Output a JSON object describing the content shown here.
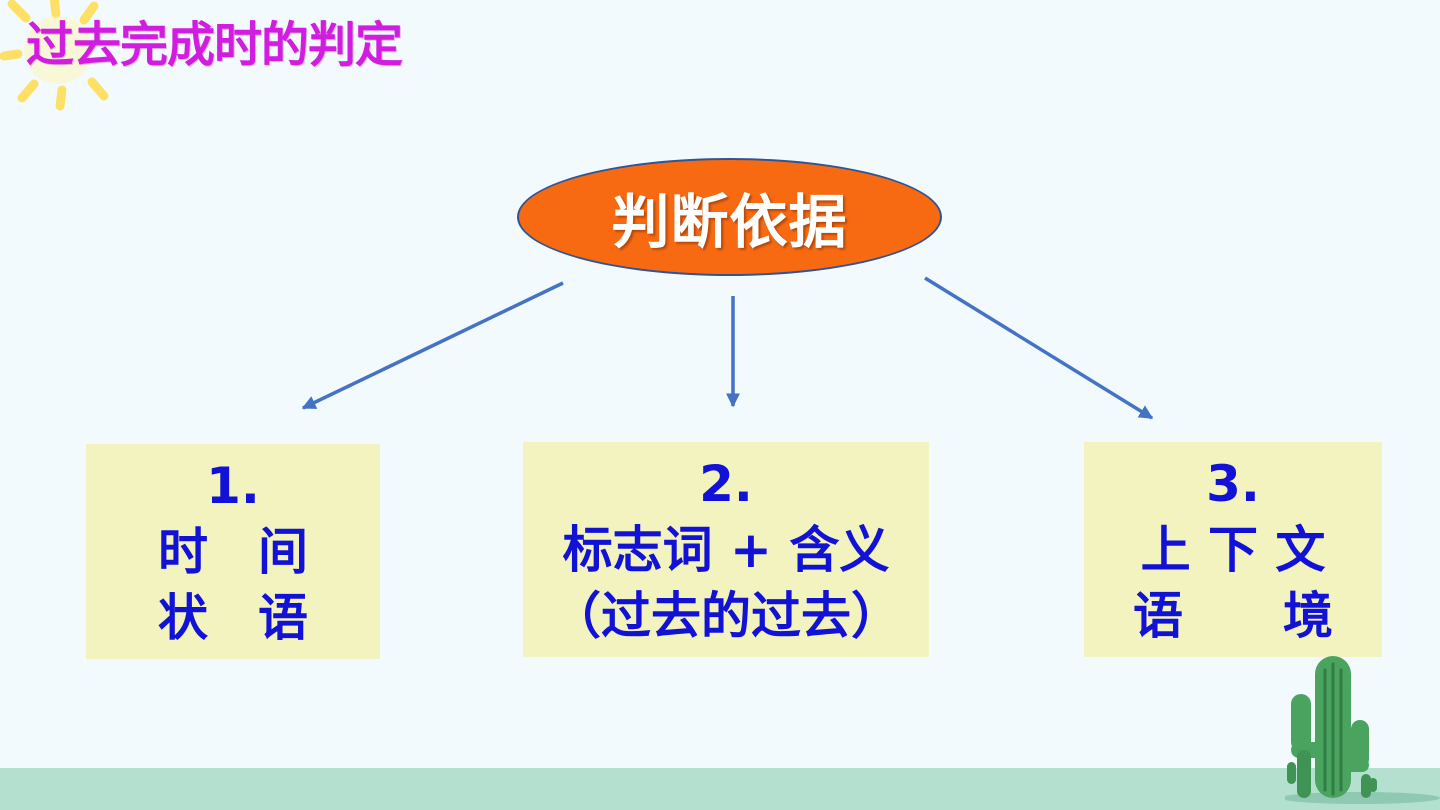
{
  "title": "过去完成时的判定",
  "center": {
    "label": "判断依据"
  },
  "boxes": [
    {
      "num": "1.",
      "line1": "时　间",
      "line2": "状　语"
    },
    {
      "num": "2.",
      "line1": "标志词 + 含义",
      "line2": "（过去的过去）"
    },
    {
      "num": "3.",
      "line1": "上 下 文",
      "line2": "语　　境"
    }
  ],
  "colors": {
    "title": "#d21de0",
    "oval_fill": "#f86a12",
    "box_fill": "#f3f3bf",
    "box_text": "#1212d6",
    "arrow": "#4472c4",
    "ground": "#b4e0cf"
  },
  "decorations": [
    "sun-icon",
    "cactus-icon"
  ]
}
